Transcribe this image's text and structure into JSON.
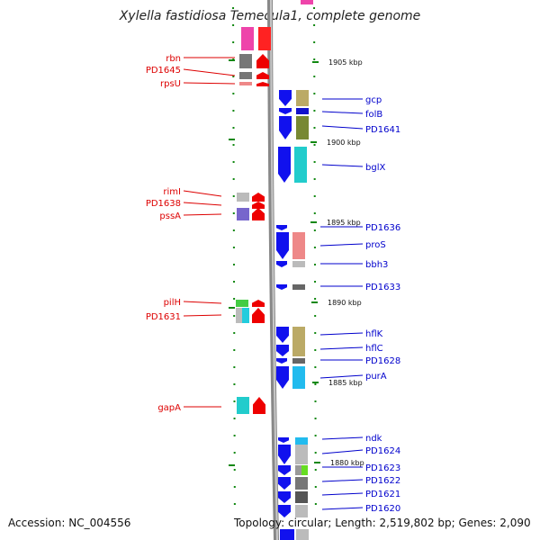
{
  "title": "Xylella fastidiosa Temecula1, complete genome",
  "accession": "Accession: NC_004556",
  "stats": "Topology: circular; Length: 2,519,802 bp; Genes: 2,090",
  "colors": {
    "left_label": "#dd0000",
    "right_label": "#0000cc",
    "backbone": "#888888",
    "tick": "#118811"
  },
  "scale_labels": [
    "1905 kbp",
    "1900 kbp",
    "1895 kbp",
    "1890 kbp",
    "1885 kbp",
    "1880 kbp"
  ],
  "left_genes": [
    "rbn",
    "PD1645",
    "rpsU",
    "rimI",
    "PD1638",
    "pssA",
    "pilH",
    "PD1631",
    "gapA"
  ],
  "right_genes": [
    "gcp",
    "folB",
    "PD1641",
    "bglX",
    "PD1636",
    "proS",
    "bbh3",
    "PD1633",
    "hflK",
    "hflC",
    "PD1628",
    "purA",
    "ndk",
    "PD1624",
    "PD1623",
    "PD1622",
    "PD1621",
    "PD1620"
  ]
}
